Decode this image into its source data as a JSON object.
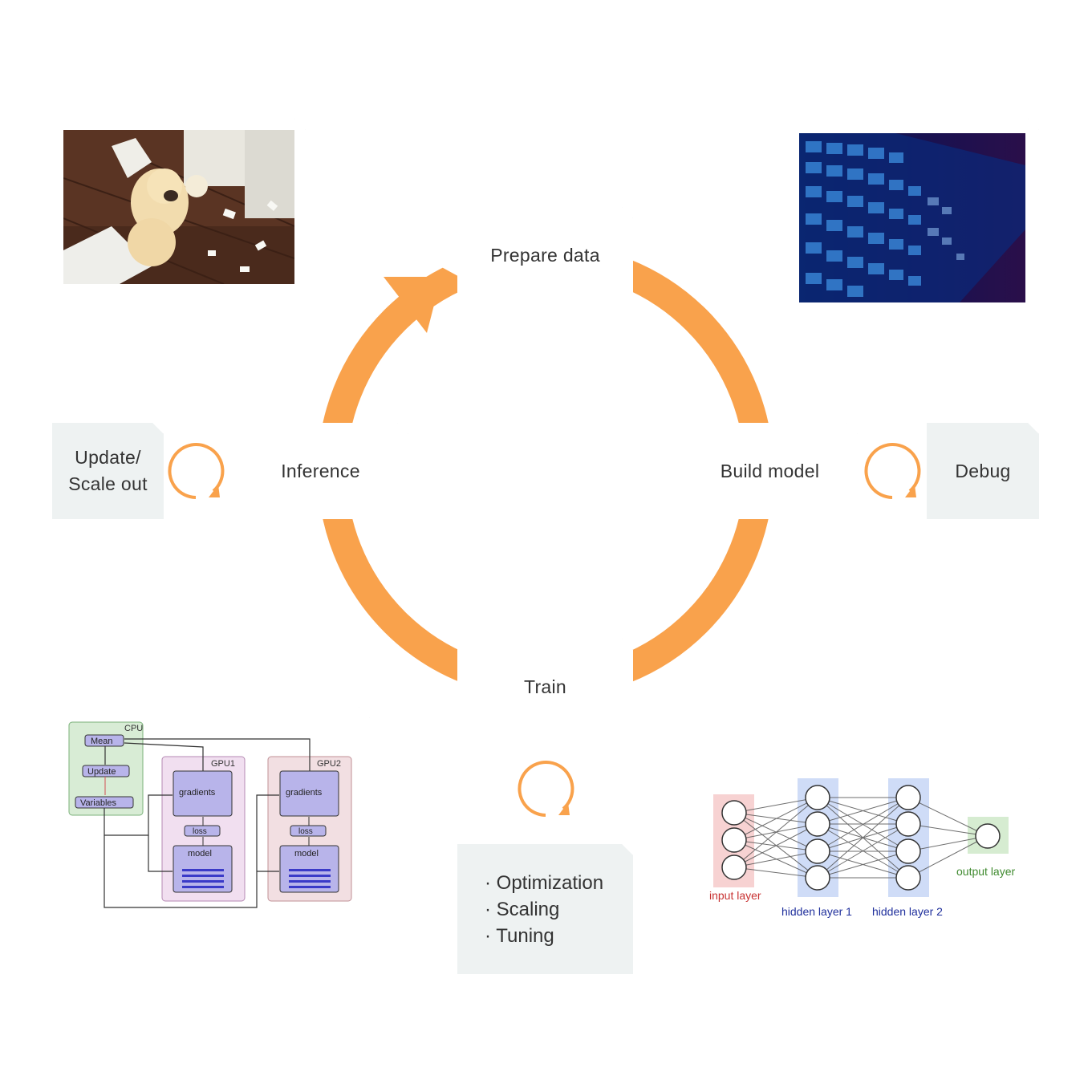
{
  "cycle": {
    "steps": {
      "prepare": "Prepare data",
      "build": "Build model",
      "train": "Train",
      "inference": "Inference"
    },
    "side_notes": {
      "debug": "Debug",
      "update_line1": "Update/",
      "update_line2": "Scale out"
    },
    "train_tips": [
      "· Optimization",
      "· Scaling",
      "· Tuning"
    ],
    "accent_color": "#f9a24c"
  },
  "images": {
    "dog_photo": "dog-photo",
    "news_wall": "news-screens-photo"
  },
  "gpu_diagram": {
    "cpu_label": "CPU",
    "mean": "Mean",
    "update": "Update",
    "variables": "Variables",
    "gpu1": "GPU1",
    "gpu2": "GPU2",
    "gradients": "gradients",
    "loss": "loss",
    "model": "model"
  },
  "nn_diagram": {
    "input_layer": "input layer",
    "hidden_layer_1": "hidden layer 1",
    "hidden_layer_2": "hidden layer 2",
    "output_layer": "output layer"
  }
}
